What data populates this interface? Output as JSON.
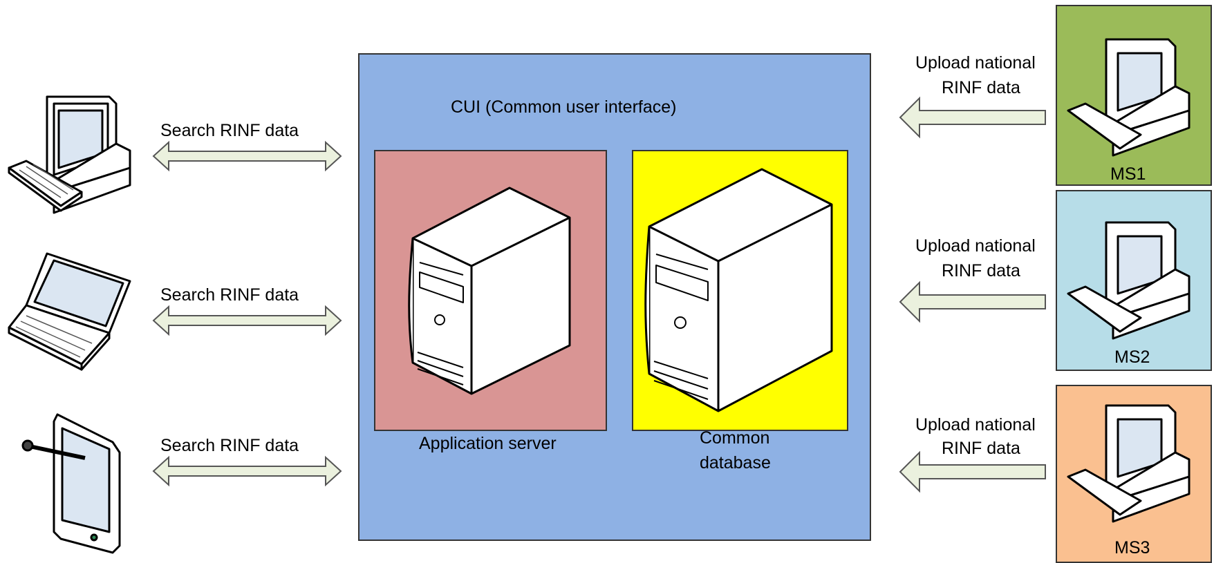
{
  "diagram": {
    "cui_title": "CUI (Common user interface)",
    "app_server_label": "Application server",
    "database_label_line1": "Common",
    "database_label_line2": "database",
    "search_label": "Search RINF data",
    "upload_line1": "Upload national",
    "upload_line2": "RINF data",
    "clients": [
      "desktop-computer",
      "laptop",
      "tablet"
    ],
    "member_states": [
      {
        "name": "MS1",
        "color": "#9BBB59"
      },
      {
        "name": "MS2",
        "color": "#B7DDE8"
      },
      {
        "name": "MS3",
        "color": "#FAC090"
      }
    ],
    "colors": {
      "cui_bg": "#8EB1E4",
      "app_server_bg": "#D99594",
      "database_bg": "#FFFF00",
      "arrow_fill": "#EBF1DE"
    }
  }
}
